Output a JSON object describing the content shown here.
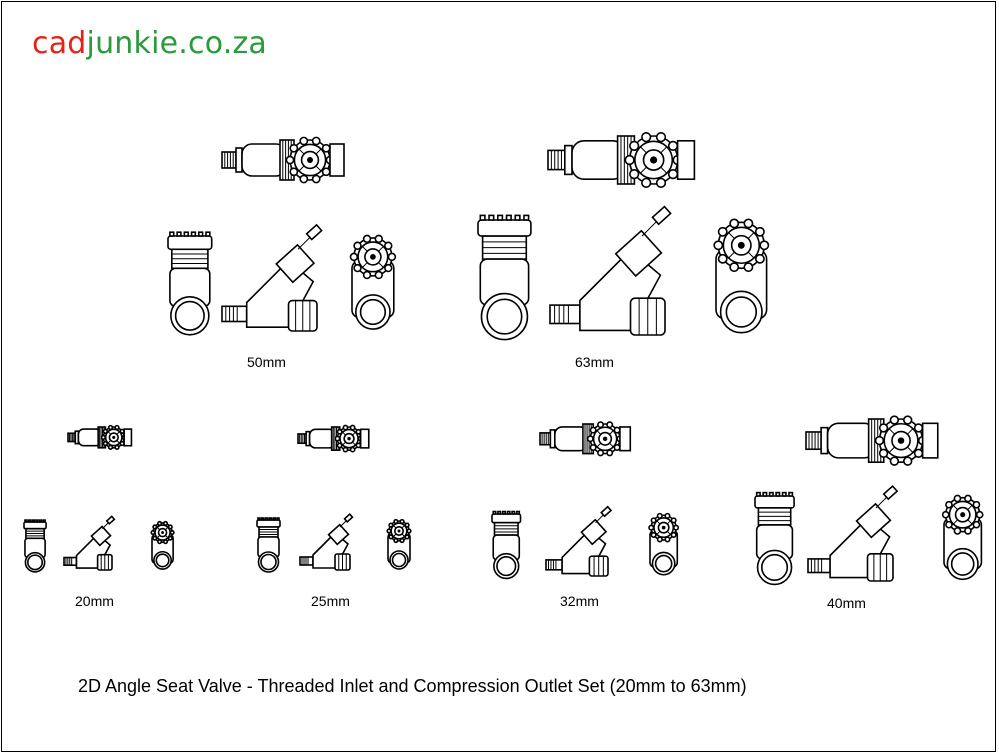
{
  "logo": {
    "part1": "cad",
    "part2": "junkie",
    "part3": ".co.za",
    "color_primary": "#e2231a",
    "color_secondary": "#2a9a3b"
  },
  "sets": [
    {
      "label": "50mm"
    },
    {
      "label": "63mm"
    },
    {
      "label": "20mm"
    },
    {
      "label": "25mm"
    },
    {
      "label": "32mm"
    },
    {
      "label": "40mm"
    }
  ],
  "footer": {
    "text": "2D Angle Seat Valve - Threaded Inlet and Compression Outlet Set (20mm to 63mm)"
  }
}
